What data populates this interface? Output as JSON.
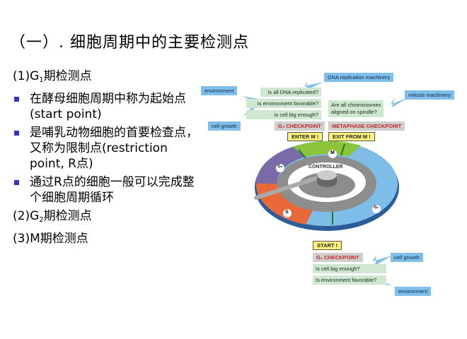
{
  "slide": {
    "title": "（一）. 细胞周期中的主要检测点",
    "sections": [
      {
        "prefix": "(1)G",
        "sub": "1",
        "suffix": "期检测点"
      },
      {
        "prefix": "(2)G",
        "sub": "2",
        "suffix": "期检测点"
      },
      {
        "prefix": "(3)M",
        "sub": "",
        "suffix": "期检测点"
      }
    ],
    "bullets": [
      "在酵母细胞周期中称为起始点(start point)",
      "是哺乳动物细胞的首要检查点，又称为限制点(restriction point, R点)",
      "通过R点的细胞一般可以完成整个细胞周期循环"
    ],
    "colors": {
      "bullet": "#3333cc"
    }
  },
  "diagram": {
    "external_factors": {
      "dna_replication_machinery": "DNA replication machinery",
      "environment_top": "environment",
      "mitosis_machinery": "mitosis machinery",
      "cell_growth_top": "cell growth",
      "cell_growth_bottom": "cell growth",
      "environment_bottom": "environment"
    },
    "g2_questions": [
      "Is all DNA replicated?",
      "Is environment favorable?",
      "Is cell big enough?"
    ],
    "g2_checkpoint": "G₂ CHECKPOINT",
    "metaphase_question": [
      "Are all chromosomes",
      "aligned on spindle?"
    ],
    "metaphase_checkpoint": "METAPHASE CHECKPOINT",
    "enter_m": "ENTER M !",
    "exit_m": "EXIT FROM M !",
    "start": "START !",
    "g1_checkpoint": "G₁ CHECKPOINT",
    "g1_questions": [
      "Is cell big enough?",
      "Is environment favorable?"
    ],
    "controller": "CONTROLLER",
    "phases": {
      "m": "M",
      "g2": "G₂",
      "s": "S",
      "g1": "G₁"
    },
    "colors": {
      "g1": "#7dbde8",
      "s": "#e8683a",
      "g2": "#7a6aa8",
      "m": "#8cc43c",
      "question_box": "#cfe6cf",
      "external_box": "#7fbfea",
      "checkpoint_text": "#c0262b",
      "flag": "#fff37a"
    }
  }
}
